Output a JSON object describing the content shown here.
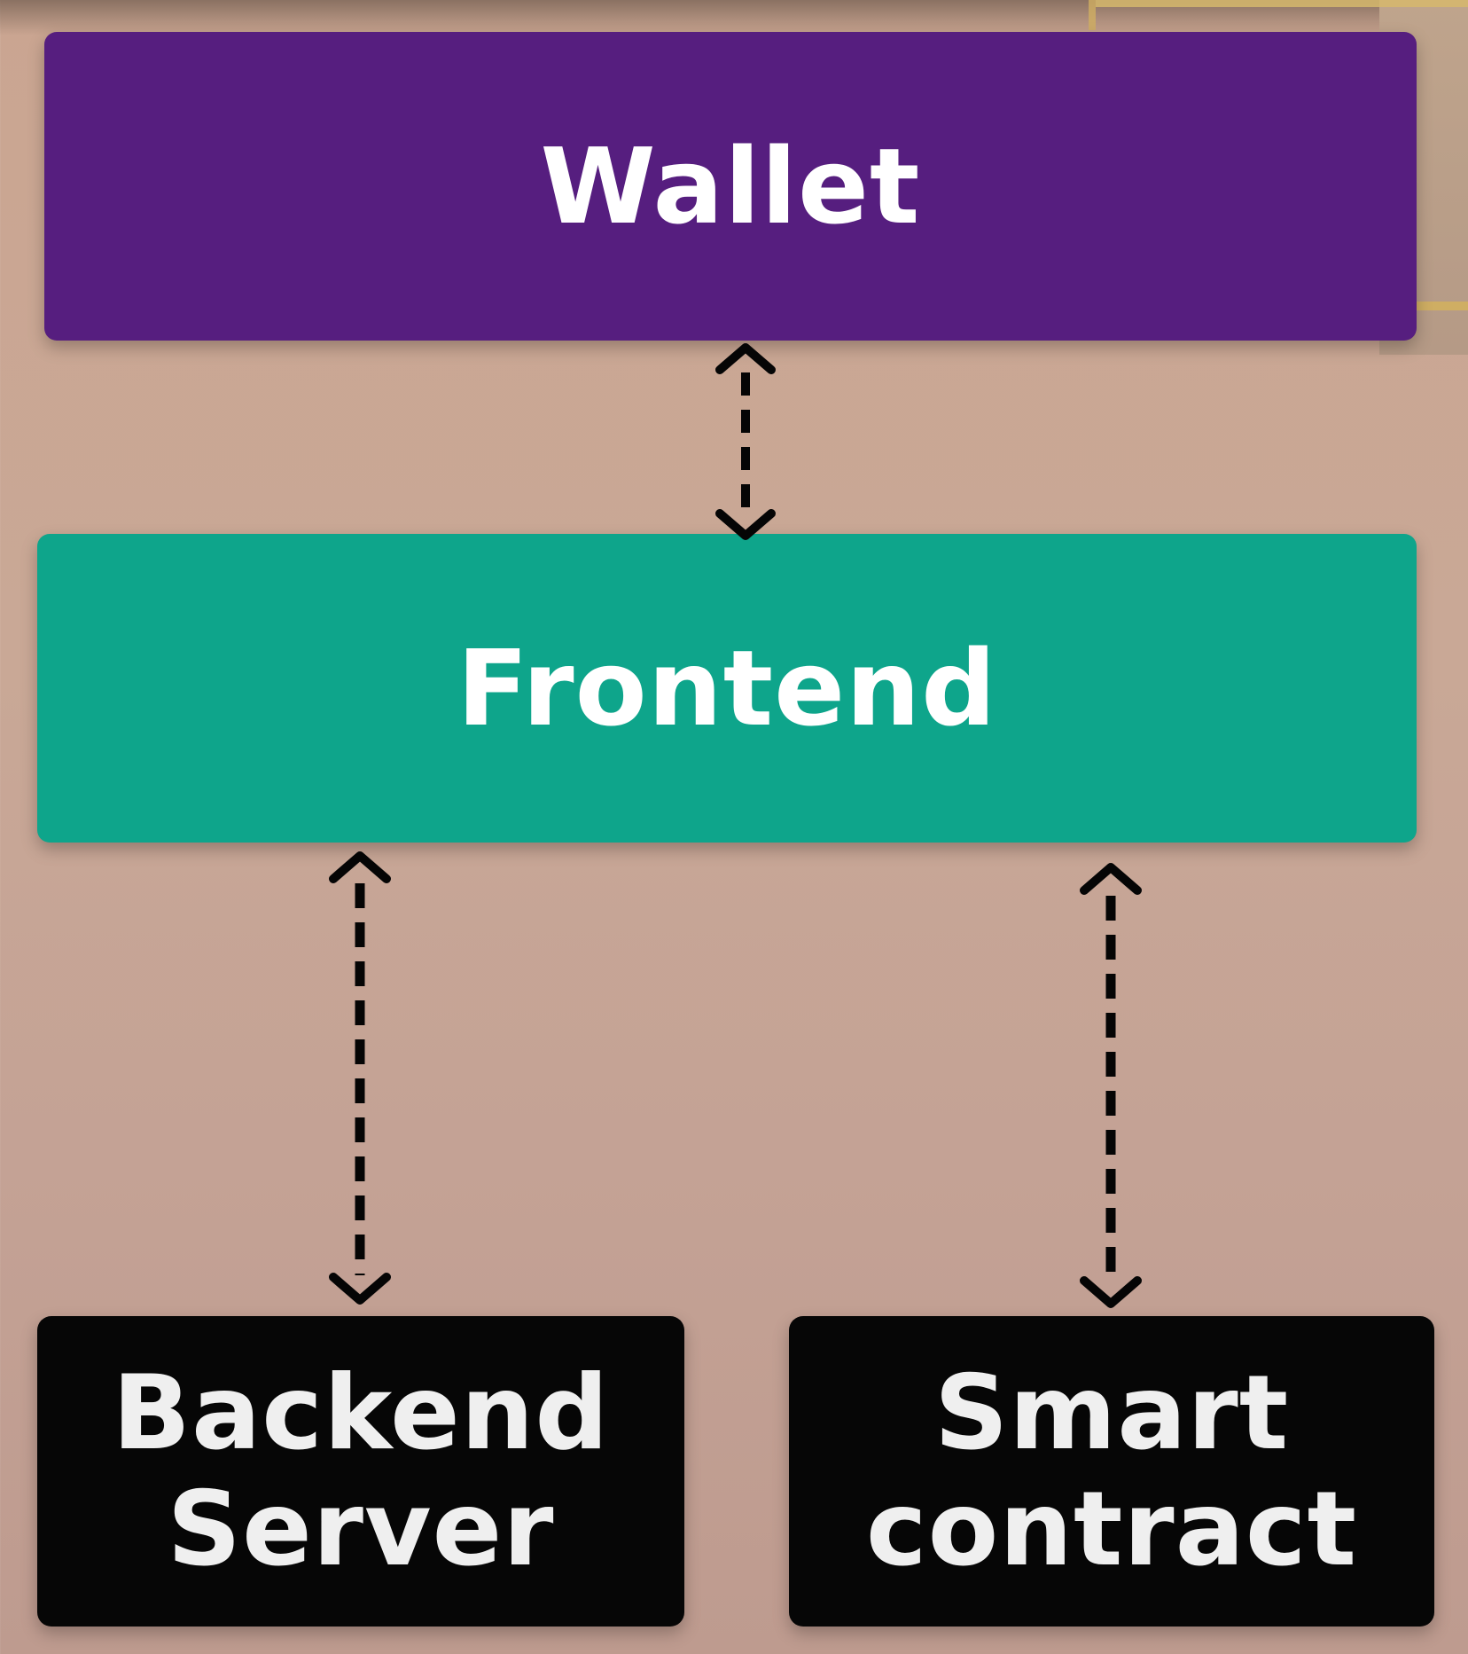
{
  "nodes": {
    "wallet": "Wallet",
    "frontend": "Frontend",
    "backend_line1": "Backend",
    "backend_line2": "Server",
    "smart_contract_line1": "Smart",
    "smart_contract_line2": "contract"
  },
  "colors": {
    "wallet_box": "#561e7f",
    "frontend_box": "#0ea58b",
    "bottom_boxes": "#060606",
    "connector": "#050505"
  },
  "connectors": [
    {
      "from": "Wallet",
      "to": "Frontend",
      "style": "dashed-bidirectional"
    },
    {
      "from": "Frontend",
      "to": "Backend Server",
      "style": "dashed-bidirectional"
    },
    {
      "from": "Frontend",
      "to": "Smart contract",
      "style": "dashed-bidirectional"
    }
  ]
}
